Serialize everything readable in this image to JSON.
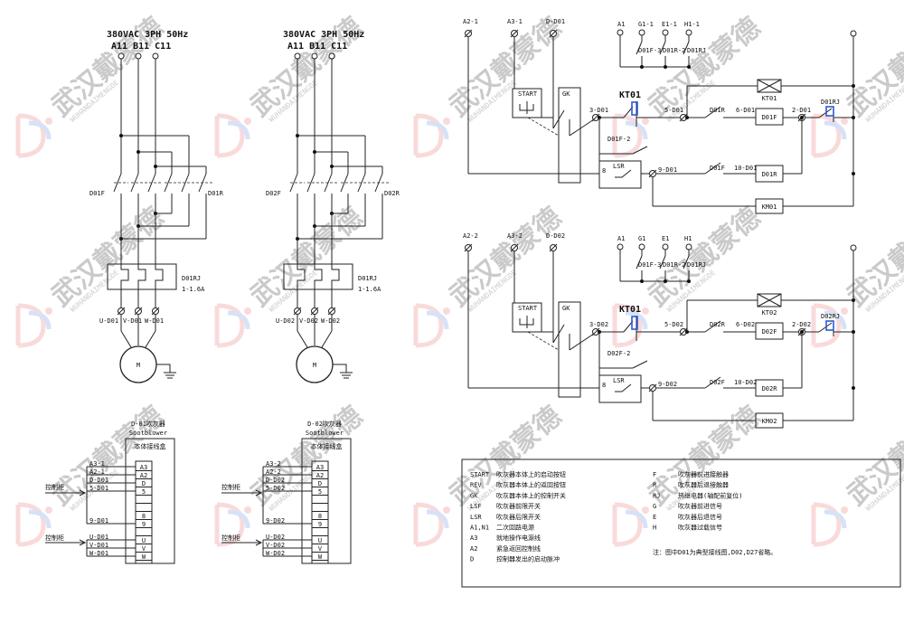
{
  "motor_circuits": [
    {
      "supply": "380VAC 3PH 50Hz",
      "phases": "A11 B11 C11",
      "fwd": "D01F",
      "rev": "D01R",
      "relay": "D01RJ",
      "range": "1-1.6A",
      "outputs": [
        "U-D01",
        "V-D01",
        "W-D01"
      ],
      "motor": "M"
    },
    {
      "supply": "380VAC 3PH 50Hz",
      "phases": "A11 B11 C11",
      "fwd": "D02F",
      "rev": "D02R",
      "relay": "D01RJ",
      "range": "1-1.6A",
      "outputs": [
        "U-D02",
        "V-D02",
        "W-D02"
      ],
      "motor": "M"
    }
  ],
  "terminal_boxes": [
    {
      "title": "D-01吹灰器",
      "subtitle": "Sootblower",
      "header": "本体接线盒",
      "wires": [
        "A3-1",
        "A2-1",
        "D-D01",
        "5-D01",
        "9-D01",
        "U-D01",
        "V-D01",
        "W-D01"
      ],
      "terminals": [
        "A3",
        "A2",
        "D",
        "5",
        "8",
        "9",
        "U",
        "V",
        "W"
      ],
      "cabinet": "控制柜"
    },
    {
      "title": "D-02吹灰器",
      "subtitle": "Sootblower",
      "header": "本体接线盒",
      "wires": [
        "A3-2",
        "A2-2",
        "D-D02",
        "5-D02",
        "9-D02",
        "U-D02",
        "V-D02",
        "W-D02"
      ],
      "terminals": [
        "A3",
        "A2",
        "D",
        "5",
        "8",
        "9",
        "U",
        "V",
        "W"
      ],
      "cabinet": "控制柜"
    }
  ],
  "control_circuits": [
    {
      "inputs": [
        "A2-1",
        "A3-1",
        "D-D01"
      ],
      "signals": [
        "A1",
        "G1-1",
        "E1-1",
        "H1-1"
      ],
      "signal_contacts": [
        "D01F-3",
        "D01R-2",
        "D01RJ"
      ],
      "start": "START",
      "gk": "GK",
      "timer": "KT01",
      "timer_coil": "KT01",
      "node3": "3-D01",
      "node5": "5-D01",
      "node6": "6-D01",
      "node2": "2-D01",
      "node9": "9-D01",
      "node10": "10-D01",
      "contact_r": "D01R",
      "coil_f": "D01F",
      "relay": "D01RJ",
      "contact_f2": "D01F-2",
      "lsr_no": "8",
      "lsr": "LSR",
      "contact_f": "D01F",
      "coil_r": "D01R",
      "km": "KM01"
    },
    {
      "inputs": [
        "A2-2",
        "A3-2",
        "D-D02"
      ],
      "signals": [
        "A1",
        "G1",
        "E1",
        "H1"
      ],
      "signal_contacts": [
        "D01F-3",
        "D01R-2",
        "D01RJ"
      ],
      "start": "START",
      "gk": "GK",
      "timer": "KT01",
      "timer_coil": "KT02",
      "node3": "3-D02",
      "node5": "5-D02",
      "node6": "6-D02",
      "node2": "2-D02",
      "node9": "9-D02",
      "node10": "10-D02",
      "contact_r": "D02R",
      "coil_f": "D02F",
      "relay": "D02RJ",
      "contact_f2": "D02F-2",
      "lsr_no": "8",
      "lsr": "LSR",
      "contact_f": "D02F",
      "coil_r": "D02R",
      "km": "KM02"
    }
  ],
  "legend": {
    "left": [
      {
        "code": "START",
        "desc": "吹灰器本体上的启动按钮"
      },
      {
        "code": "REV",
        "desc": "吹灰器本体上的返回按钮"
      },
      {
        "code": "GK",
        "desc": "吹灰器本体上的控制开关"
      },
      {
        "code": "LSF",
        "desc": "吹灰器前限开关"
      },
      {
        "code": "LSR",
        "desc": "吹灰器后限开关"
      },
      {
        "code": "A1,N1",
        "desc": "二次回路电源"
      },
      {
        "code": "A3",
        "desc": "就地操作电源线"
      },
      {
        "code": "A2",
        "desc": "紧急返回控制线"
      },
      {
        "code": "D",
        "desc": "控制器发出的启动脉冲"
      }
    ],
    "right": [
      {
        "code": "F",
        "desc": "吹灰器前进接触器"
      },
      {
        "code": "R",
        "desc": "吹灰器后退接触器"
      },
      {
        "code": "RJ",
        "desc": "热继电器(轴配前复位)"
      },
      {
        "code": "G",
        "desc": "吹灰器前进信号"
      },
      {
        "code": "E",
        "desc": "吹灰器后退信号"
      },
      {
        "code": "H",
        "desc": "吹灰器过载信号"
      }
    ],
    "note": "注：图中D01为典型接线图,D02,D27省略。"
  },
  "watermark": {
    "text": "武汉戴蒙德",
    "sub": "WUHANDAIMENGDE",
    "logo": "D-logo"
  }
}
